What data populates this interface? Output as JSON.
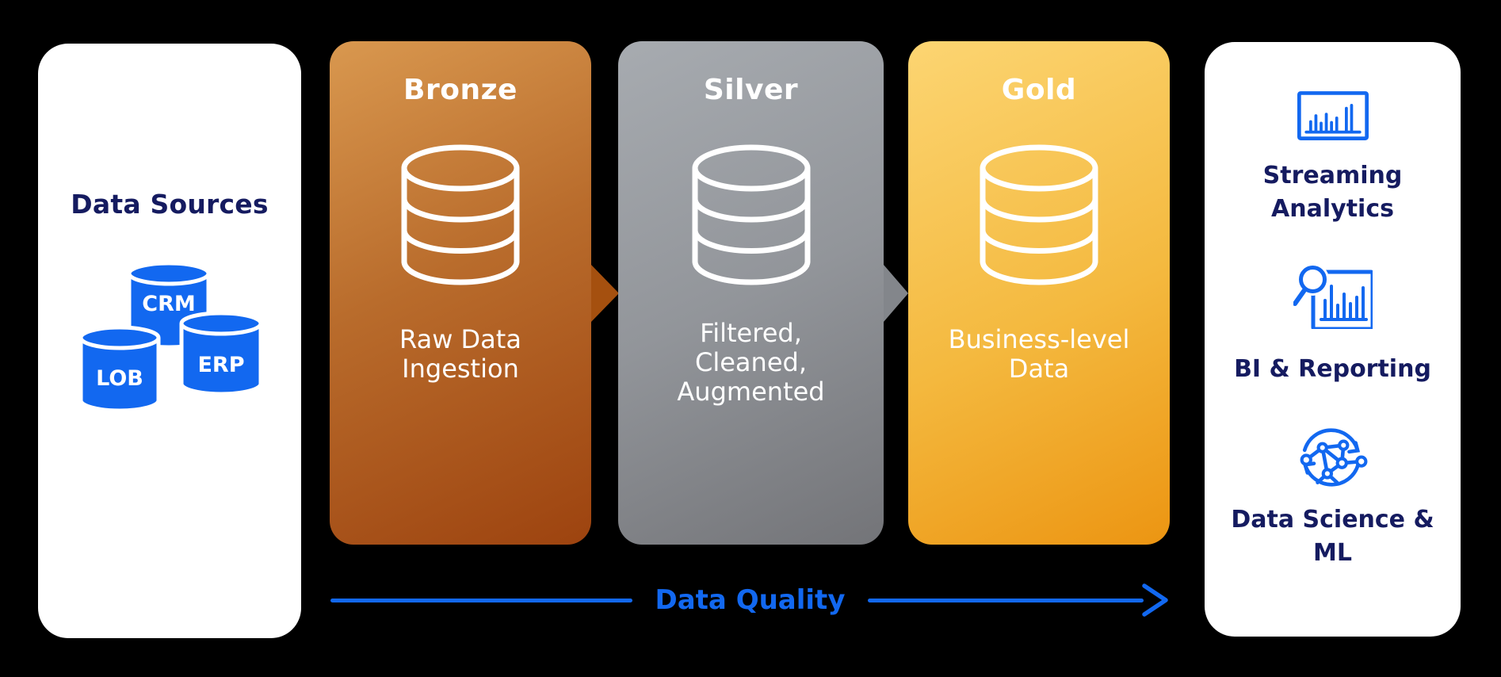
{
  "diagram": {
    "background": "#000000",
    "accent_blue": "#1268f0",
    "navy_text": "#151b60",
    "white": "#ffffff"
  },
  "sources_panel": {
    "title": "Data Sources",
    "databases": [
      {
        "label": "CRM"
      },
      {
        "label": "LOB"
      },
      {
        "label": "ERP"
      }
    ]
  },
  "stages": [
    {
      "name": "Bronze",
      "description": "Raw Data\nIngestion",
      "color_top": "#d9984f",
      "color_bottom": "#9d430f",
      "tab_color": "#a5500f"
    },
    {
      "name": "Silver",
      "description": "Filtered,\nCleaned,\nAugmented",
      "color_top": "#a7abb0",
      "color_bottom": "#737478",
      "tab_color": "#83868b"
    },
    {
      "name": "Gold",
      "description": "Business-level\nData",
      "color_top": "#fcd572",
      "color_bottom": "#ec9512"
    }
  ],
  "outputs_panel": {
    "items": [
      {
        "label": "Streaming\nAnalytics",
        "icon": "bar-chart-icon"
      },
      {
        "label": "BI & Reporting",
        "icon": "magnifier-chart-icon"
      },
      {
        "label": "Data Science &\nML",
        "icon": "ml-network-icon"
      }
    ]
  },
  "quality_arrow": {
    "label": "Data Quality"
  }
}
